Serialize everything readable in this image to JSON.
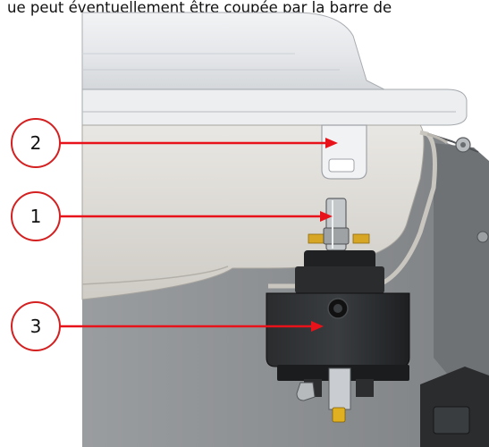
{
  "caption": {
    "text": "ue peut éventuellement être coupée par la barre de"
  },
  "callouts": [
    {
      "id": "callout-2",
      "number": "2",
      "target": "upper bracket on tray lid"
    },
    {
      "id": "callout-1",
      "number": "1",
      "target": "valve stem fitting"
    },
    {
      "id": "callout-3",
      "number": "3",
      "target": "black pump housing"
    }
  ],
  "colors": {
    "callout_line": "#e8131a",
    "circle_stroke": "#d42020",
    "lid": "#e6e8eb",
    "tray_shell": "#dcdad6",
    "cabinet": "#8a8d90",
    "pump_body": "#222426",
    "fitting_yellow": "#e0b020"
  }
}
